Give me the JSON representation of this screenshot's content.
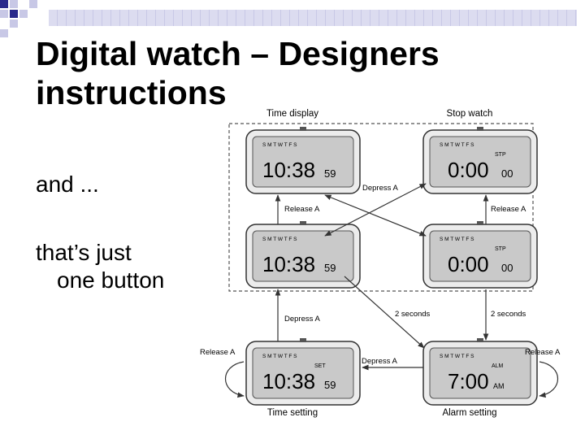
{
  "slide": {
    "title_line1": "Digital watch – Designers",
    "title_line2": "instructions",
    "bullet1": "and ...",
    "bullet2_line1": "that’s just",
    "bullet2_line2": "one button"
  },
  "diagram": {
    "labels": {
      "time_display": "Time display",
      "stop_watch": "Stop watch",
      "time_setting": "Time setting",
      "alarm_setting": "Alarm setting"
    },
    "arrows": {
      "release_a_left": "Release A",
      "release_a_right": "Release A",
      "depress_a_cross": "Depress A",
      "depress_a_vertical": "Depress A",
      "two_seconds_diag": "2 seconds",
      "two_seconds_right": "2 seconds",
      "depress_a_bottom": "Depress A",
      "release_a_loop_left": "Release A",
      "release_a_loop_right": "Release A"
    },
    "watches": [
      {
        "days": "S M T W T F S",
        "main": "10:38",
        "small": "59",
        "mode": ""
      },
      {
        "days": "S M T W T F S",
        "main": "0:00",
        "small": "00",
        "mode": "STP"
      },
      {
        "days": "S M T W T F S",
        "main": "10:38",
        "small": "59",
        "mode": ""
      },
      {
        "days": "S M T W T F S",
        "main": "0:00",
        "small": "00",
        "mode": "STP"
      },
      {
        "days": "S M T W T F S",
        "main": "10:38",
        "small": "59",
        "mode": "SET"
      },
      {
        "days": "S M T W T F S",
        "main": "7:00",
        "small": "AM",
        "mode": "ALM"
      }
    ]
  }
}
